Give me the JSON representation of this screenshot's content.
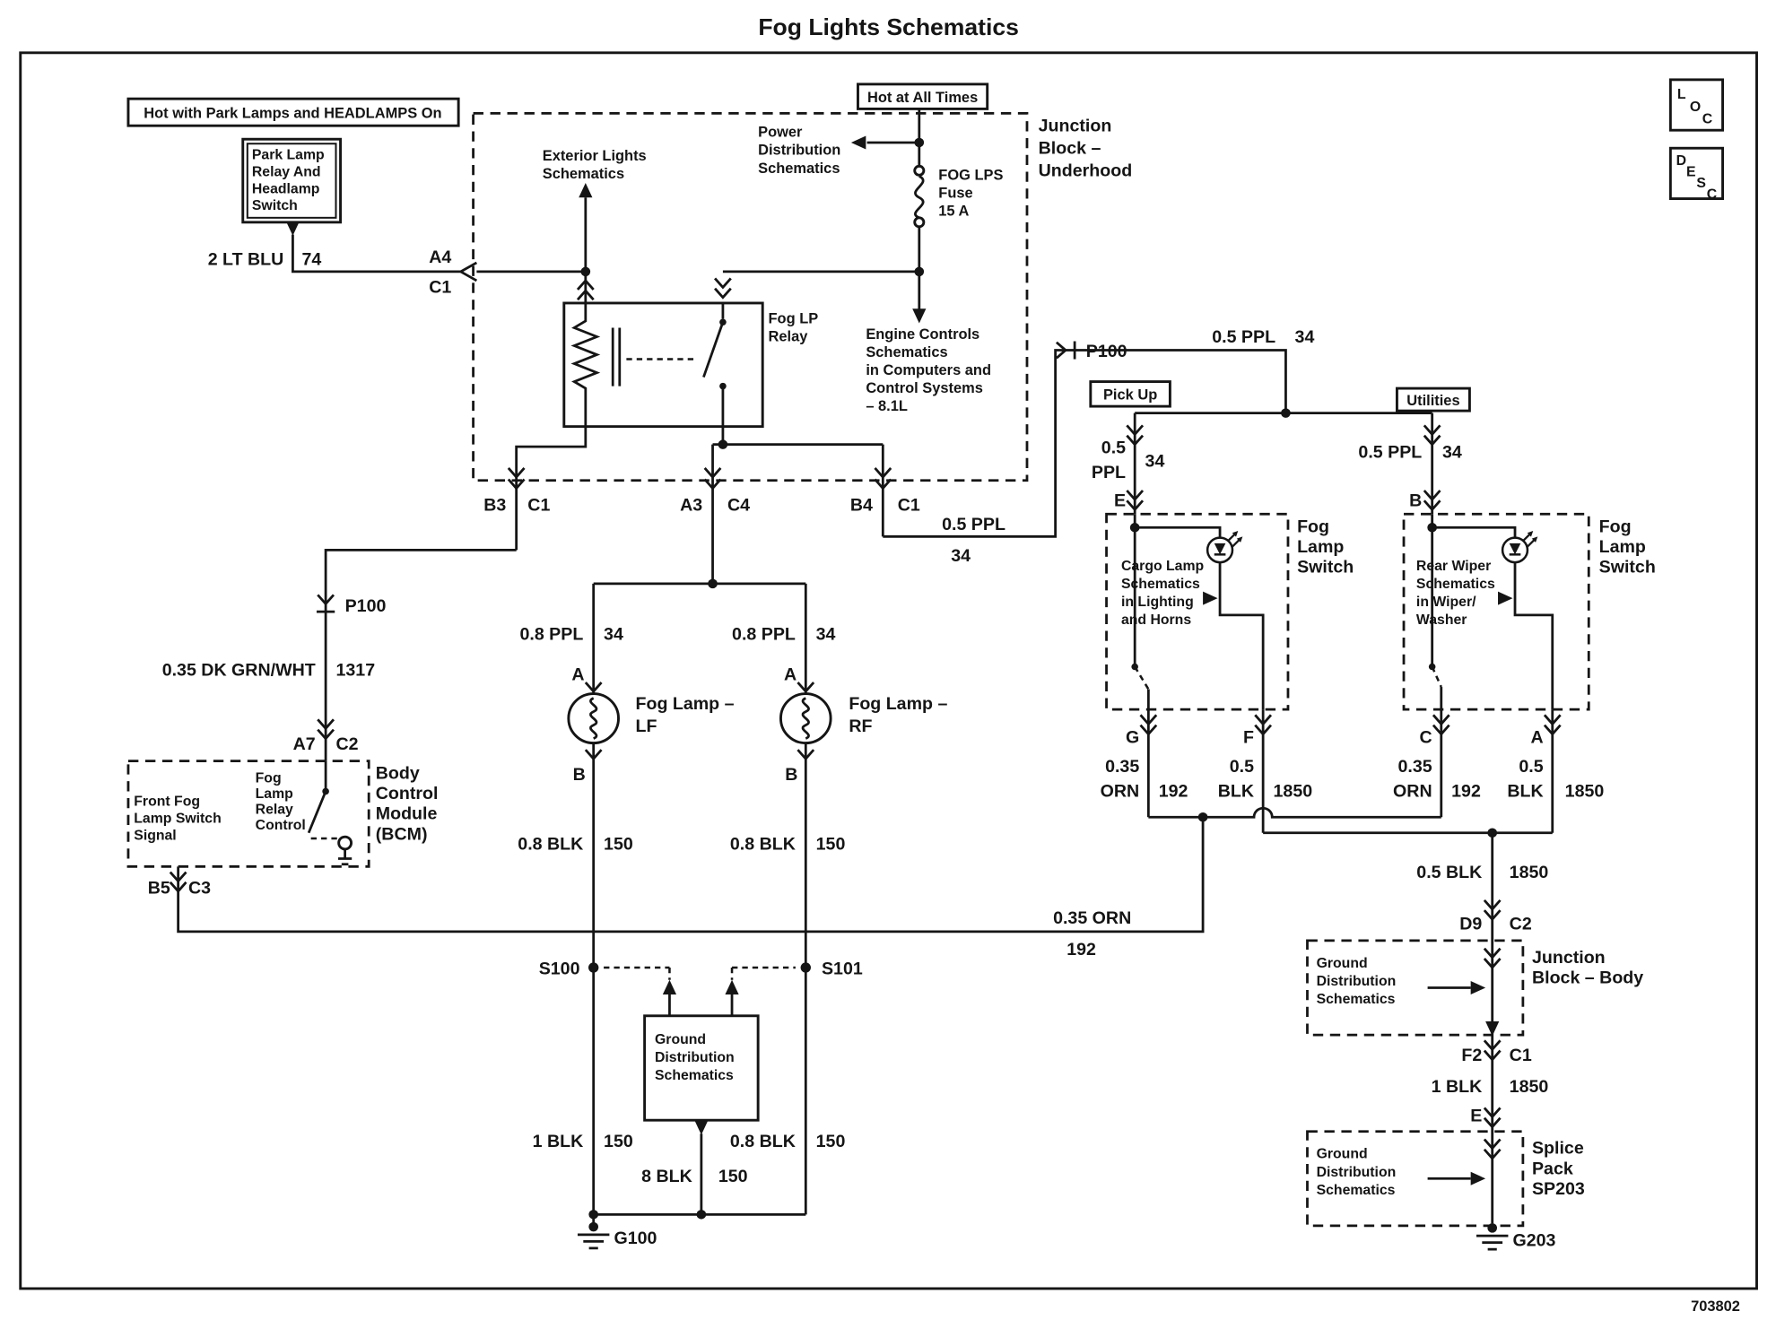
{
  "title": "Fog Lights Schematics",
  "doc_number": "703802",
  "corner_tabs": {
    "loc": [
      "L",
      "O",
      "C"
    ],
    "desc": [
      "D",
      "E",
      "S",
      "C"
    ]
  },
  "banners": {
    "hot_park": "Hot with Park Lamps and HEADLAMPS On",
    "hot_all": "Hot at All Times",
    "pick_up": "Pick Up",
    "utilities": "Utilities"
  },
  "blocks": {
    "park_lamp_relay": [
      "Park Lamp",
      "Relay And",
      "Headlamp",
      "Switch"
    ],
    "junction_underhood": [
      "Junction",
      "Block –",
      "Underhood"
    ],
    "exterior_lights": [
      "Exterior Lights",
      "Schematics"
    ],
    "power_distribution": [
      "Power",
      "Distribution",
      "Schematics"
    ],
    "fuse": [
      "FOG LPS",
      "Fuse",
      "15 A"
    ],
    "engine_controls": [
      "Engine Controls",
      "Schematics",
      "in Computers and",
      "Control Systems",
      "– 8.1L"
    ],
    "fog_lp_relay": [
      "Fog LP",
      "Relay"
    ],
    "cargo_lamp_ref": [
      "Cargo Lamp",
      "Schematics",
      "in Lighting",
      "and Horns"
    ],
    "rear_wiper_ref": [
      "Rear Wiper",
      "Schematics",
      "in Wiper/",
      "Washer"
    ],
    "fog_lamp_switch": [
      "Fog",
      "Lamp",
      "Switch"
    ],
    "bcm_signal": [
      "Front Fog",
      "Lamp Switch",
      "Signal"
    ],
    "bcm_control": [
      "Fog",
      "Lamp",
      "Relay",
      "Control"
    ],
    "bcm": [
      "Body",
      "Control",
      "Module",
      "(BCM)"
    ],
    "ground_distribution": [
      "Ground",
      "Distribution",
      "Schematics"
    ],
    "junction_body": [
      "Junction",
      "Block – Body"
    ],
    "splice_pack": [
      "Splice",
      "Pack",
      "SP203"
    ],
    "fog_lamp_lf": [
      "Fog Lamp –",
      "LF"
    ],
    "fog_lamp_rf": [
      "Fog Lamp –",
      "RF"
    ]
  },
  "wires": {
    "lt_blu": {
      "name": "2 LT BLU",
      "ckt": "74"
    },
    "ppl_p100": {
      "name": "0.5 PPL",
      "ckt": "34"
    },
    "ppl_b4": {
      "name": "0.5 PPL",
      "ckt": "34"
    },
    "ppl_e": {
      "name": "0.5",
      "name2": "PPL",
      "ckt": "34"
    },
    "ppl_b": {
      "name": "0.5 PPL",
      "ckt": "34"
    },
    "ppl_lf": {
      "name": "0.8 PPL",
      "ckt": "34"
    },
    "ppl_rf": {
      "name": "0.8 PPL",
      "ckt": "34"
    },
    "dk_grn": {
      "name": "0.35 DK GRN/WHT",
      "ckt": "1317"
    },
    "orn_g": {
      "name": "0.35",
      "name2": "ORN",
      "ckt": "192"
    },
    "blk_f": {
      "name": "0.5",
      "name2": "BLK",
      "ckt": "1850"
    },
    "orn_c": {
      "name": "0.35",
      "name2": "ORN",
      "ckt": "192"
    },
    "blk_a": {
      "name": "0.5",
      "name2": "BLK",
      "ckt": "1850"
    },
    "orn_long": {
      "name": "0.35 ORN",
      "ckt": "192"
    },
    "blk_d9": {
      "name": "0.5 BLK",
      "ckt": "1850"
    },
    "blk_f2": {
      "name": "1 BLK",
      "ckt": "1850"
    },
    "blk_lf": {
      "name": "0.8 BLK",
      "ckt": "150"
    },
    "blk_rf": {
      "name": "0.8 BLK",
      "ckt": "150"
    },
    "blk_g100": {
      "name": "1 BLK",
      "ckt": "150"
    },
    "blk_s101": {
      "name": "0.8 BLK",
      "ckt": "150"
    },
    "blk_8": {
      "name": "8 BLK",
      "ckt": "150"
    }
  },
  "connectors": {
    "a4": {
      "pin": "A4",
      "conn": "C1"
    },
    "b3": {
      "pin": "B3",
      "conn": "C1"
    },
    "a3": {
      "pin": "A3",
      "conn": "C4"
    },
    "b4": {
      "pin": "B4",
      "conn": "C1"
    },
    "a7": {
      "pin": "A7",
      "conn": "C2"
    },
    "b5": {
      "pin": "B5",
      "conn": "C3"
    },
    "d9": {
      "pin": "D9",
      "conn": "C2"
    },
    "f2": {
      "pin": "F2",
      "conn": "C1"
    },
    "e_switch": "E",
    "b_switch": "B",
    "g": "G",
    "f": "F",
    "c": "C",
    "a": "A",
    "e_splice": "E",
    "lf_a": "A",
    "lf_b": "B",
    "rf_a": "A",
    "rf_b": "B"
  },
  "splices": {
    "s100": "S100",
    "s101": "S101",
    "p100_top": "P100",
    "p100_left": "P100"
  },
  "grounds": {
    "g100": "G100",
    "g203": "G203"
  }
}
